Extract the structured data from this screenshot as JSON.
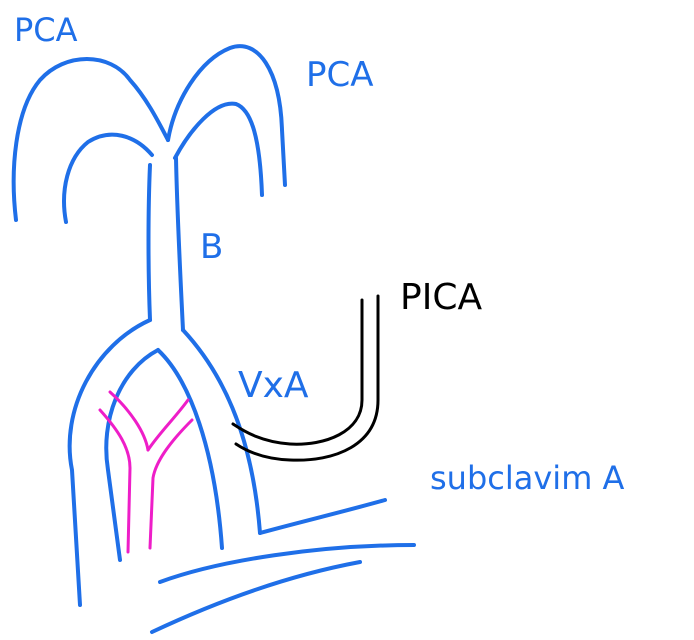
{
  "labels": {
    "pca_left": "PCA",
    "pca_right": "PCA",
    "basilar": "B",
    "pica": "PICA",
    "vertebral": "VxA",
    "subclavian": "subclavim A"
  },
  "colors": {
    "vessel": "#1f6fe8",
    "pica": "#000000",
    "inner": "#ee1ec8",
    "label_blue": "#1f6fe8",
    "label_black": "#000000"
  }
}
